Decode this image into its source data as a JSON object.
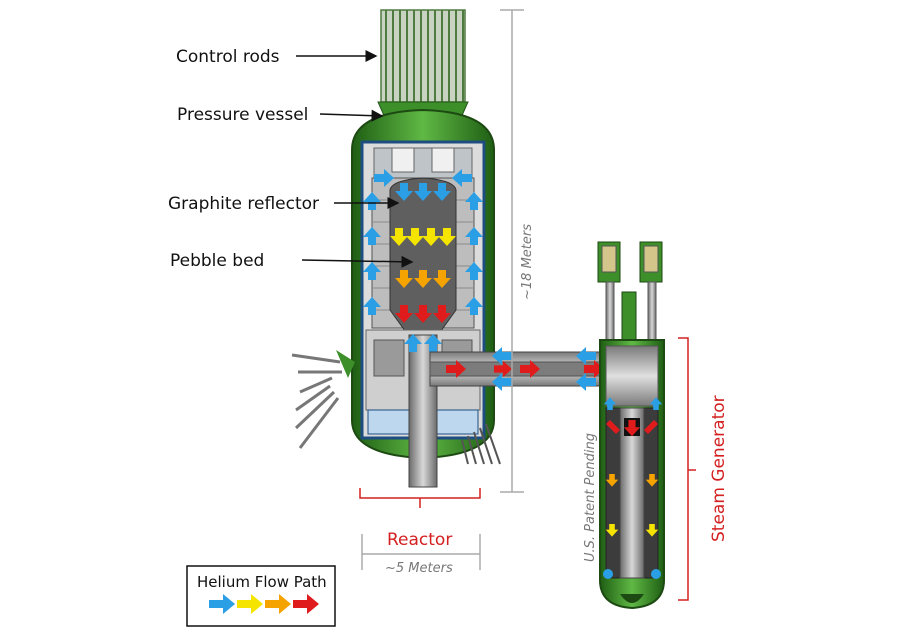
{
  "labels": {
    "control_rods": "Control rods",
    "pressure_vessel": "Pressure vessel",
    "graphite_reflector": "Graphite reflector",
    "pebble_bed": "Pebble bed"
  },
  "reactor_label": "Reactor",
  "width_label": "~5 Meters",
  "height_label": "~18 Meters",
  "steam_generator_label": "Steam Generator",
  "patent_label": "U.S. Patent Pending",
  "legend": {
    "title": "Helium Flow Path",
    "colors": [
      "#2b9fe6",
      "#f5e400",
      "#f5a300",
      "#e01b1b"
    ]
  },
  "colors": {
    "vessel_green": "#3d8f2a",
    "arrow_blue": "#2b9fe6",
    "arrow_yellow": "#f5e400",
    "arrow_orange": "#f5a300",
    "arrow_red": "#e01b1b",
    "bracket_red": "#d42020"
  }
}
